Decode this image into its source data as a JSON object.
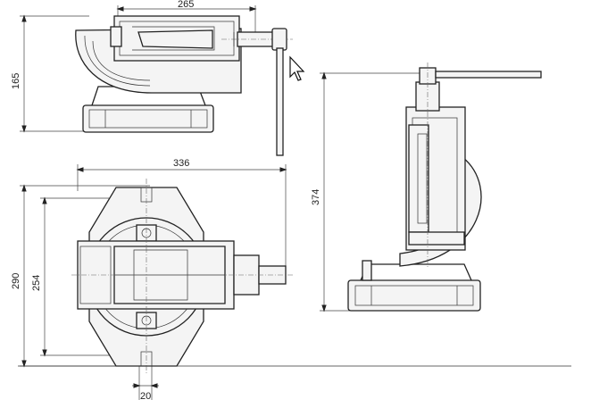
{
  "drawing": {
    "dimensions": {
      "top_width": "265",
      "top_height": "165",
      "plan_width": "336",
      "plan_outer_height": "290",
      "plan_inner_height": "254",
      "slot_width": "20",
      "side_height": "374"
    },
    "icons": {
      "cursor": "mouse-pointer-icon"
    }
  }
}
